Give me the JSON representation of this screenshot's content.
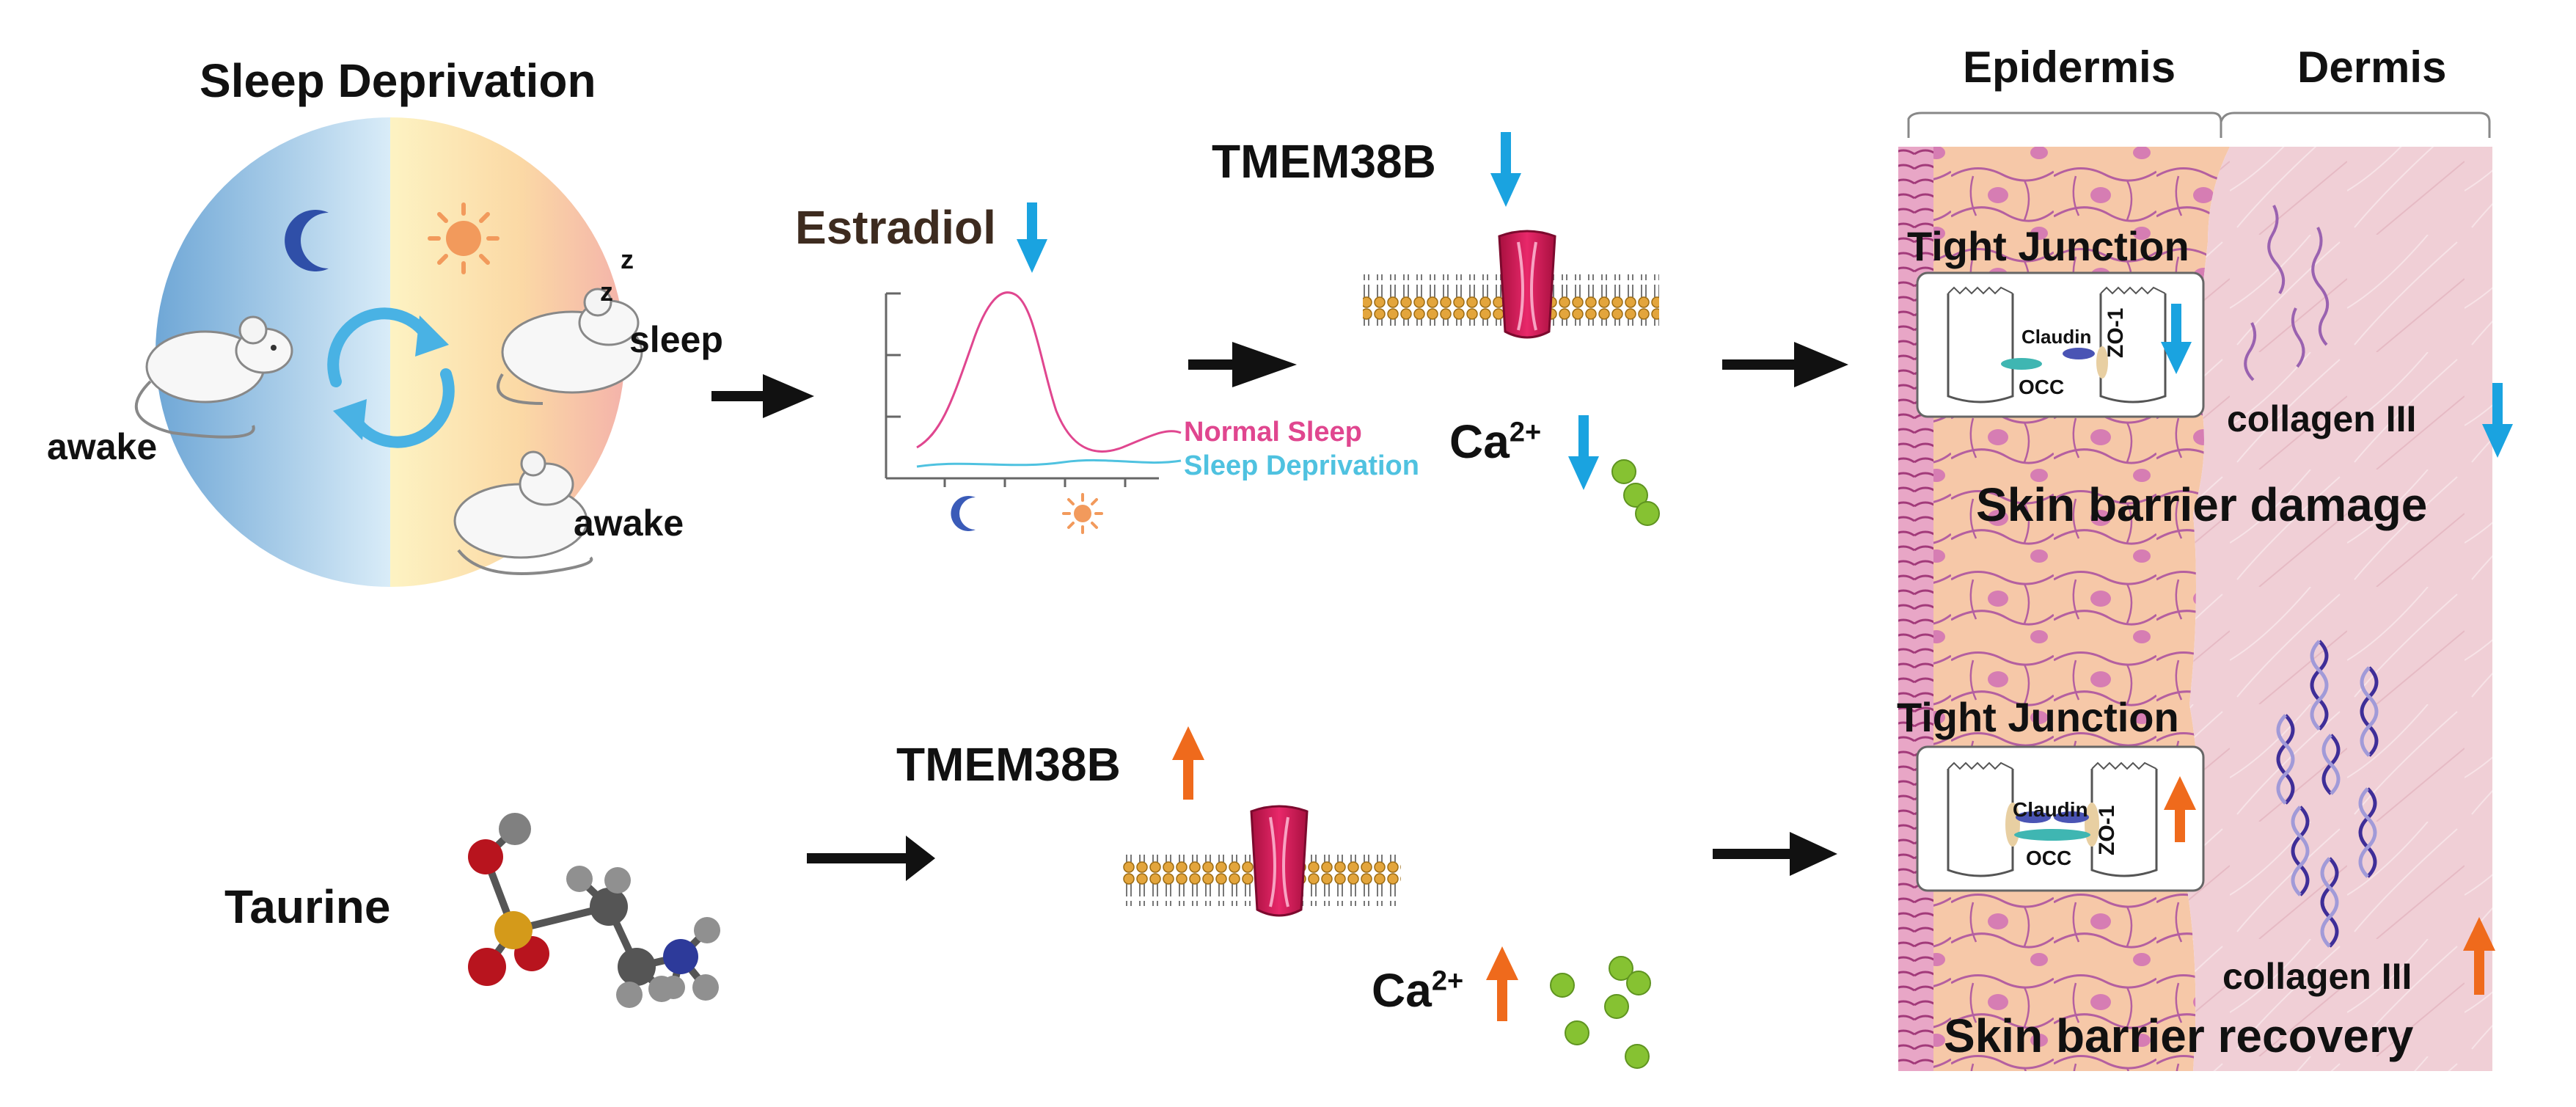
{
  "panel_top": {
    "title": "Sleep Deprivation",
    "labels": {
      "awake_left": "awake",
      "awake_right": "awake",
      "sleep": "sleep",
      "zz_small": "z",
      "zz_big": "z"
    }
  },
  "estradiol_chart": {
    "title": "Estradiol",
    "legend_normal": "Normal  Sleep",
    "legend_deprivation": "Sleep Deprivation",
    "colors": {
      "normal": "#e0468f",
      "deprivation": "#4fc2e0"
    }
  },
  "top_row": {
    "tmem_label": "TMEM38B",
    "ca_label": "Ca",
    "ca_sup": "2+",
    "tight_junction": "Tight Junction",
    "claudin": "Claudin",
    "occ": "OCC",
    "zo1": "ZO-1",
    "collagen": "collagen III",
    "outcome": "Skin barrier damage",
    "arrow_direction": "down",
    "arrow_color": "#1aa3e0"
  },
  "bottom_row": {
    "compound": "Taurine",
    "tmem_label": "TMEM38B",
    "ca_label": "Ca",
    "ca_sup": "2+",
    "tight_junction": "Tight Junction",
    "claudin": "Claudin",
    "occ": "OCC",
    "zo1": "ZO-1",
    "collagen": "collagen III",
    "outcome": "Skin barrier recovery",
    "arrow_direction": "up",
    "arrow_color": "#ef6a1c"
  },
  "skin_headers": {
    "epidermis": "Epidermis",
    "dermis": "Dermis"
  }
}
